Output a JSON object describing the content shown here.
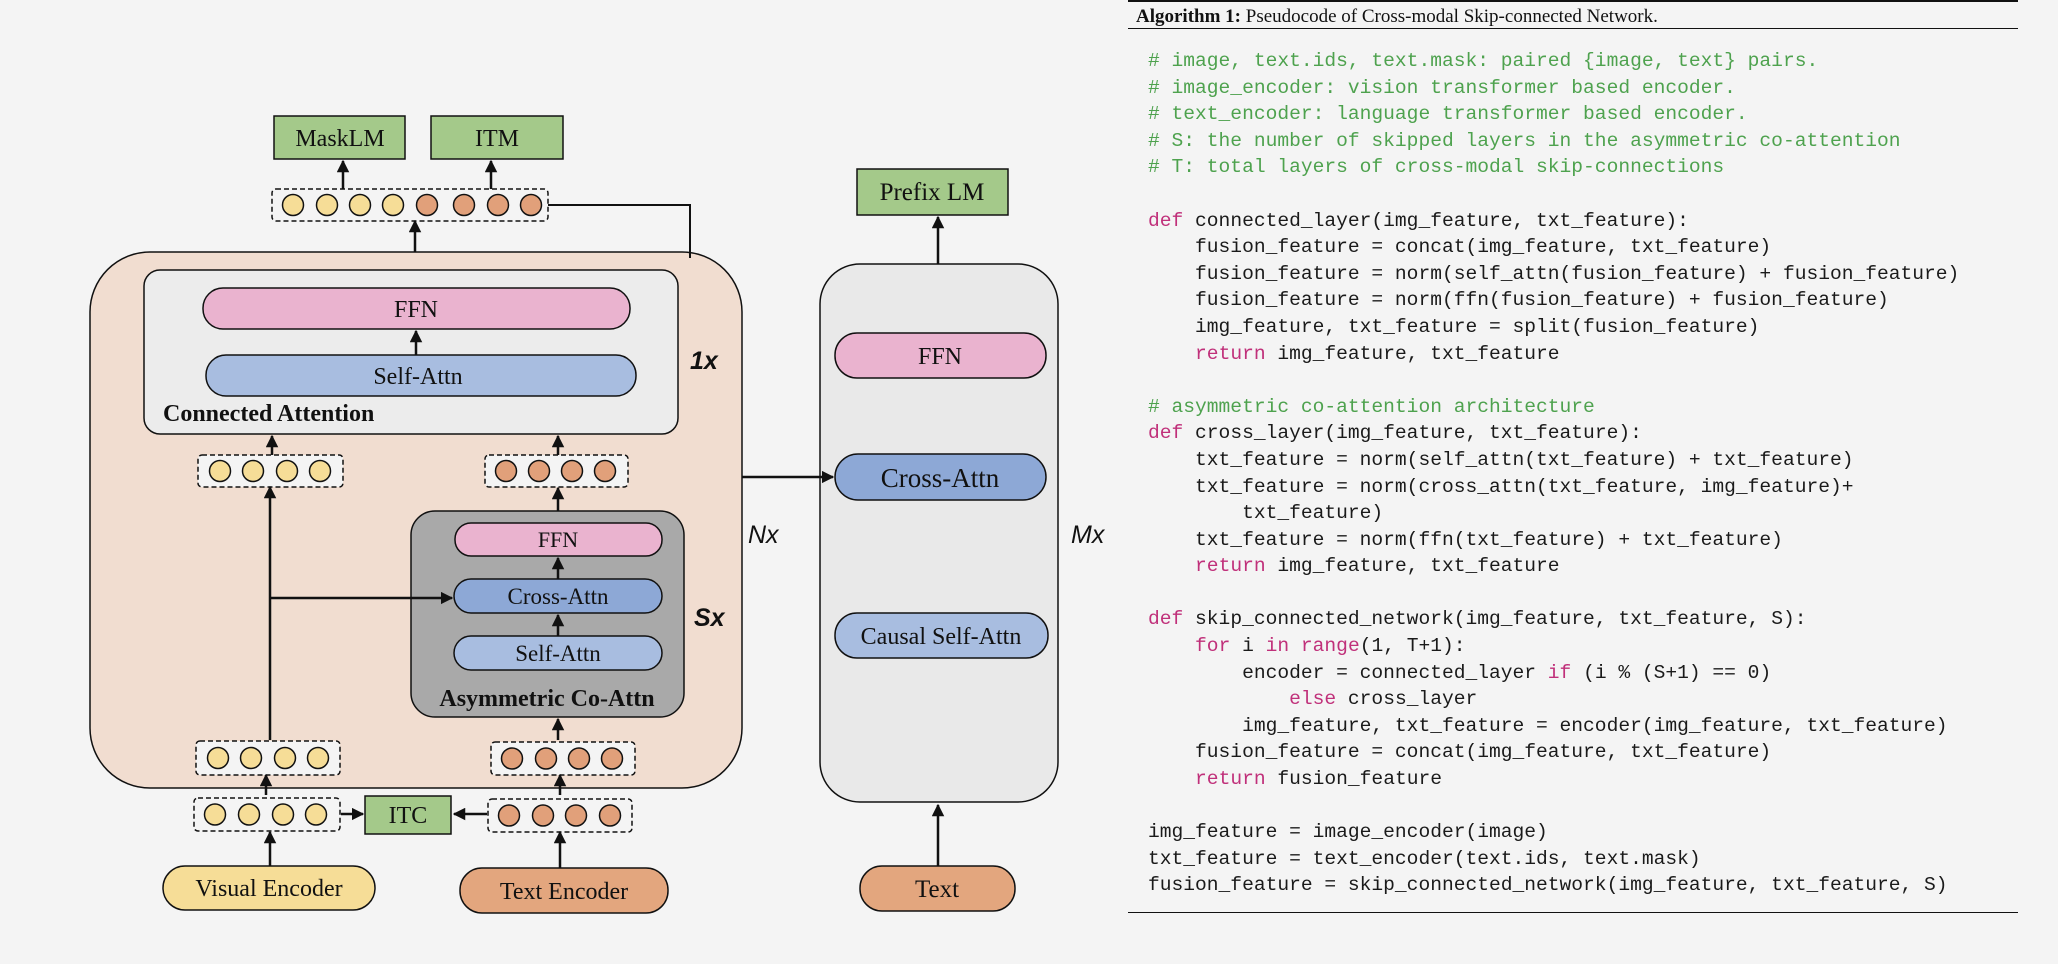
{
  "diagram": {
    "left_outputs": {
      "masklm": "MaskLM",
      "itm": "ITM"
    },
    "connected_attention": {
      "ffn": "FFN",
      "self_attn": "Self-Attn",
      "title": "Connected Attention",
      "repeat": "1x"
    },
    "asymmetric": {
      "ffn": "FFN",
      "cross_attn": "Cross-Attn",
      "self_attn": "Self-Attn",
      "title": "Asymmetric Co-Attn",
      "repeat": "Sx"
    },
    "outer_repeat": "Nx",
    "itc": "ITC",
    "visual_encoder": "Visual Encoder",
    "text_encoder": "Text Encoder",
    "decoder": {
      "prefix_lm": "Prefix LM",
      "ffn": "FFN",
      "cross_attn": "Cross-Attn",
      "causal_self_attn": "Causal Self-Attn",
      "repeat": "Mx",
      "text": "Text"
    },
    "colors": {
      "visual_token": "#f6dd97",
      "text_token": "#e1a07a",
      "output_box": "#a4c98a",
      "ffn": "#eab3cf",
      "self_attn": "#a8bde0",
      "cross_attn": "#8da8d6",
      "outer_block": "#f1ddd0",
      "inner_gray": "#a9a9a9",
      "panel": "#e9e9e9",
      "visual_encoder": "#f6dd97",
      "text_encoder": "#e3a67e"
    }
  },
  "algorithm": {
    "label": "Algorithm 1:",
    "title": "Pseudocode of Cross-modal Skip-connected Network.",
    "lines": [
      [
        {
          "t": "# image, text.ids, text.mask: paired {image, text} pairs.",
          "c": "cm"
        }
      ],
      [
        {
          "t": "# image_encoder: vision transformer based encoder.",
          "c": "cm"
        }
      ],
      [
        {
          "t": "# text_encoder: language transformer based encoder.",
          "c": "cm"
        }
      ],
      [
        {
          "t": "# S: the number of skipped layers in the asymmetric co-attention",
          "c": "cm"
        }
      ],
      [
        {
          "t": "# T: total layers of cross-modal skip-connections",
          "c": "cm"
        }
      ],
      [],
      [
        {
          "t": "def",
          "c": "kw"
        },
        {
          "t": " connected_layer(img_feature, txt_feature):"
        }
      ],
      [
        {
          "t": "    fusion_feature = concat(img_feature, txt_feature)"
        }
      ],
      [
        {
          "t": "    fusion_feature = norm(self_attn(fusion_feature) + fusion_feature)"
        }
      ],
      [
        {
          "t": "    fusion_feature = norm(ffn(fusion_feature) + fusion_feature)"
        }
      ],
      [
        {
          "t": "    img_feature, txt_feature = split(fusion_feature)"
        }
      ],
      [
        {
          "t": "    "
        },
        {
          "t": "return",
          "c": "kw"
        },
        {
          "t": " img_feature, txt_feature"
        }
      ],
      [],
      [
        {
          "t": "# asymmetric co-attention architecture",
          "c": "cm"
        }
      ],
      [
        {
          "t": "def",
          "c": "kw"
        },
        {
          "t": " cross_layer(img_feature, txt_feature):"
        }
      ],
      [
        {
          "t": "    txt_feature = norm(self_attn(txt_feature) + txt_feature)"
        }
      ],
      [
        {
          "t": "    txt_feature = norm(cross_attn(txt_feature, img_feature)+"
        }
      ],
      [
        {
          "t": "        txt_feature)"
        }
      ],
      [
        {
          "t": "    txt_feature = norm(ffn(txt_feature) + txt_feature)"
        }
      ],
      [
        {
          "t": "    "
        },
        {
          "t": "return",
          "c": "kw"
        },
        {
          "t": " img_feature, txt_feature"
        }
      ],
      [],
      [
        {
          "t": "def",
          "c": "kw"
        },
        {
          "t": " skip_connected_network(img_feature, txt_feature, S):"
        }
      ],
      [
        {
          "t": "    "
        },
        {
          "t": "for",
          "c": "kw"
        },
        {
          "t": " i "
        },
        {
          "t": "in",
          "c": "kw"
        },
        {
          "t": " "
        },
        {
          "t": "range",
          "c": "kw"
        },
        {
          "t": "(1, T+1):"
        }
      ],
      [
        {
          "t": "        encoder = connected_layer "
        },
        {
          "t": "if",
          "c": "kw"
        },
        {
          "t": " (i % (S+1) == 0)"
        }
      ],
      [
        {
          "t": "            "
        },
        {
          "t": "else",
          "c": "kw"
        },
        {
          "t": " cross_layer"
        }
      ],
      [
        {
          "t": "        img_feature, txt_feature = encoder(img_feature, txt_feature)"
        }
      ],
      [
        {
          "t": "    fusion_feature = concat(img_feature, txt_feature)"
        }
      ],
      [
        {
          "t": "    "
        },
        {
          "t": "return",
          "c": "kw"
        },
        {
          "t": " fusion_feature"
        }
      ],
      [],
      [
        {
          "t": "img_feature = image_encoder(image)"
        }
      ],
      [
        {
          "t": "txt_feature = text_encoder(text.ids, text.mask)"
        }
      ],
      [
        {
          "t": "fusion_feature = skip_connected_network(img_feature, txt_feature, S)"
        }
      ]
    ]
  }
}
